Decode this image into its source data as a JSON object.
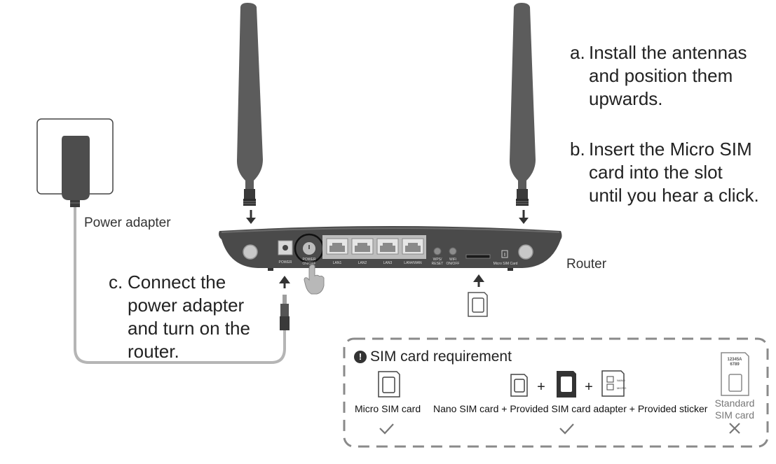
{
  "steps": {
    "a": {
      "letter": "a.",
      "lines": [
        "Install the antennas",
        "and position them",
        "upwards."
      ]
    },
    "b": {
      "letter": "b.",
      "lines": [
        "Insert the Micro SIM",
        "card into the slot",
        "until you hear a click."
      ]
    },
    "c": {
      "letter": "c.",
      "lines": [
        "Connect the",
        "power adapter",
        "and turn on the",
        "router."
      ]
    }
  },
  "labels": {
    "power_adapter": "Power adapter",
    "router": "Router"
  },
  "router_ports": {
    "power": "POWER",
    "power_onoff": [
      "POWER",
      "ON/OFF"
    ],
    "lan1": "LAN1",
    "lan2": "LAN2",
    "lan3": "LAN3",
    "lan4wan": "LAN4/WAN",
    "wps_reset": [
      "WPS/",
      "RESET"
    ],
    "wifi_onoff": [
      "WiFi",
      "ON/OFF"
    ],
    "micro_sim": "Micro SIM Card"
  },
  "requirement": {
    "title": "SIM card requirement",
    "micro": "Micro SIM card",
    "nano_prefix": "Nano SIM card",
    "nano_suffix": " + Provided SIM card adapter + Provided sticker",
    "plus": "+",
    "standard_lines": [
      "Standard",
      "SIM card"
    ],
    "standard_card_text": [
      "12345A",
      "6789"
    ],
    "sticker_text": [
      "NANO",
      "MICRO"
    ]
  },
  "colors": {
    "antenna": "#5c5c5c",
    "router_body": "#4a4a4a",
    "cable": "#b5b5b5",
    "dash_border": "#8a8a8a"
  }
}
